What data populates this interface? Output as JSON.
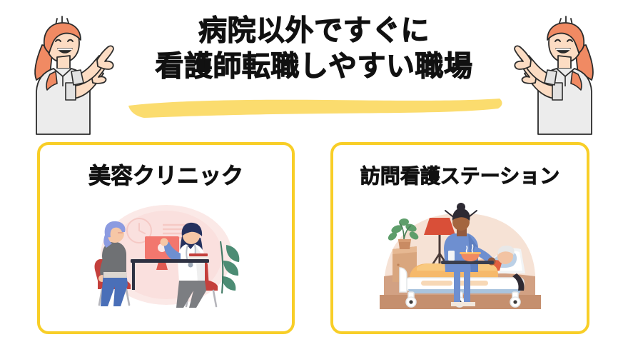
{
  "page": {
    "background_color": "#ffffff",
    "accent_color": "#F8CE27",
    "underline_color": "#FBDC6E",
    "text_color": "#111111"
  },
  "heading": {
    "line1": "病院以外ですぐに",
    "line2": "看護師転職しやすい職場",
    "underline_label": "yellow-brush-underline"
  },
  "mascots": {
    "left": {
      "name": "pointing-woman-left",
      "hair_color": "#F08A63",
      "shirt_color": "#ECECEC",
      "skin_color": "#FCDCC3",
      "outline_color": "#2B2B2B"
    },
    "right": {
      "name": "pointing-woman-right",
      "hair_color": "#F08A63",
      "shirt_color": "#ECECEC",
      "skin_color": "#FCDCC3",
      "outline_color": "#2B2B2B"
    }
  },
  "cards": [
    {
      "id": "beauty-clinic",
      "title": "美容クリニック",
      "border_color": "#F8CE27",
      "illustration": {
        "name": "clinic-consultation-illustration",
        "blob_color": "#FBE9E7",
        "patient_hair": "#8C9BE0",
        "patient_top": "#6F7174",
        "patient_pants": "#4A6FB8",
        "chair_color": "#C4403C",
        "doctor_hair": "#25315E",
        "doctor_coat": "#FFFFFF",
        "monitor_color": "#F2776E",
        "plant_color": "#4C8C74"
      }
    },
    {
      "id": "home-visit-nursing-station",
      "title": "訪問看護ステーション",
      "border_color": "#F8CE27",
      "illustration": {
        "name": "home-care-bed-illustration",
        "blob_color": "#F6E2D5",
        "floor_color": "#D2A183",
        "nurse_scrubs": "#6E8FD0",
        "nurse_hair": "#2D2A33",
        "nurse_skin": "#935A3E",
        "patient_hair": "#E8E8E8",
        "patient_shirt": "#E2603F",
        "blanket_color": "#F6B96A",
        "bed_color": "#FFFFFF",
        "lamp_color": "#D94F38",
        "plant_color": "#5E9E6B"
      }
    }
  ]
}
